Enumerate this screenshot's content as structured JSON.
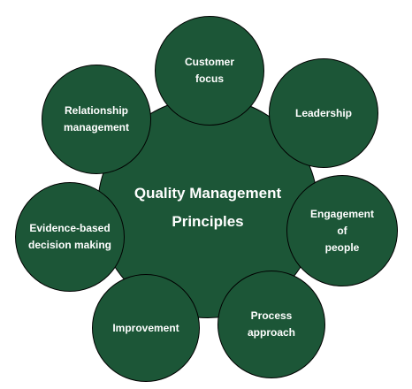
{
  "colors": {
    "circle_fill": "#1c5637",
    "circle_border": "#000000",
    "text": "#ffffff",
    "background": "#ffffff"
  },
  "center": {
    "label": "Quality Management\nPrinciples"
  },
  "principles": {
    "customer_focus": "Customer\nfocus",
    "leadership": "Leadership",
    "engagement_of_people": "Engagement\nof\npeople",
    "process_approach": "Process\napproach",
    "improvement": "Improvement",
    "evidence_based_decision_making": "Evidence-based\ndecision making",
    "relationship_management": "Relationship\nmanagement"
  }
}
